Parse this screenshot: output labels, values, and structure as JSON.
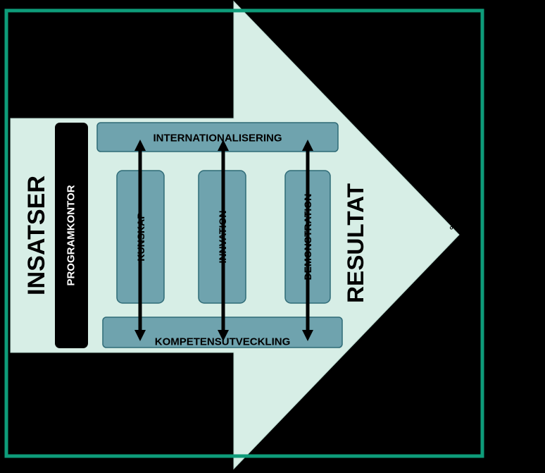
{
  "labels": {
    "left_vertical": "INSATSER",
    "program_office": "PROGRAMKONTOR",
    "top_bar": "INTERNATIONALISERING",
    "bottom_bar": "KOMPETENSUTVECKLING",
    "pillars": [
      "KUNSKAP",
      "INNVATION",
      "DEMONSTRATION"
    ],
    "right_vertical": "RESULTAT",
    "stray_mark": "°"
  },
  "colors": {
    "background": "#000000",
    "frame": "#0E9C7A",
    "arrow_fill": "#D7EEE6",
    "box_fill": "#6FA3AE",
    "box_stroke": "#2F6B77",
    "program_box": "#000000",
    "text_light": "#FFFFFF",
    "text_dark": "#000000"
  }
}
